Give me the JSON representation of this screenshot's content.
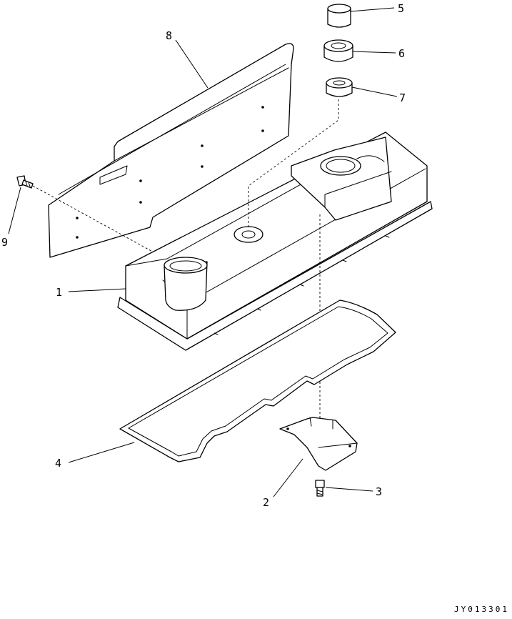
{
  "diagram": {
    "drawing_id": "JY013301",
    "callouts": [
      {
        "id": "1",
        "label": "1"
      },
      {
        "id": "2",
        "label": "2"
      },
      {
        "id": "3",
        "label": "3"
      },
      {
        "id": "4",
        "label": "4"
      },
      {
        "id": "5",
        "label": "5"
      },
      {
        "id": "6",
        "label": "6"
      },
      {
        "id": "7",
        "label": "7"
      },
      {
        "id": "8",
        "label": "8"
      },
      {
        "id": "9",
        "label": "9"
      }
    ]
  }
}
